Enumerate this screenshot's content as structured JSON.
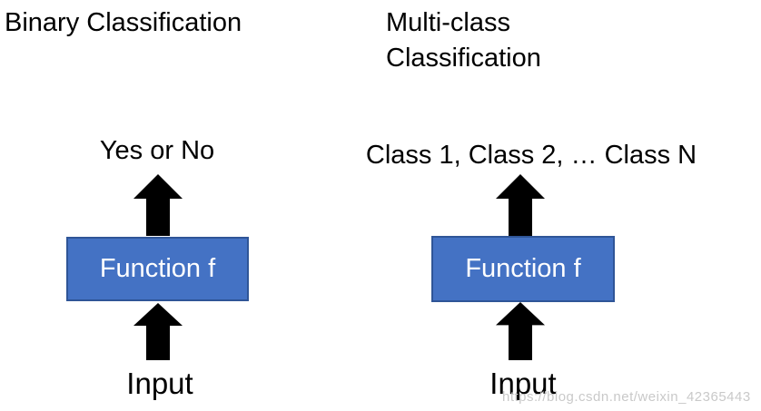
{
  "titles": {
    "binary": "Binary Classification",
    "multiclass": "Multi-class\nClassification"
  },
  "diagram": {
    "binary": {
      "output_label": "Yes or No",
      "function_label": "Function f",
      "input_label": "Input"
    },
    "multiclass": {
      "output_label": "Class 1, Class 2, … Class N",
      "function_label": "Function f",
      "input_label": "Input"
    }
  },
  "icons": {
    "up_arrow": "block-up-arrow"
  },
  "watermark": {
    "text": "https://blog.csdn.net/weixin_42365443"
  },
  "colors": {
    "box_fill": "#4472C4",
    "box_border": "#2F5597",
    "arrow": "#000000",
    "text": "#000000",
    "box_text": "#FFFFFF",
    "watermark": "#C9C9C9",
    "background": "#FFFFFF"
  }
}
